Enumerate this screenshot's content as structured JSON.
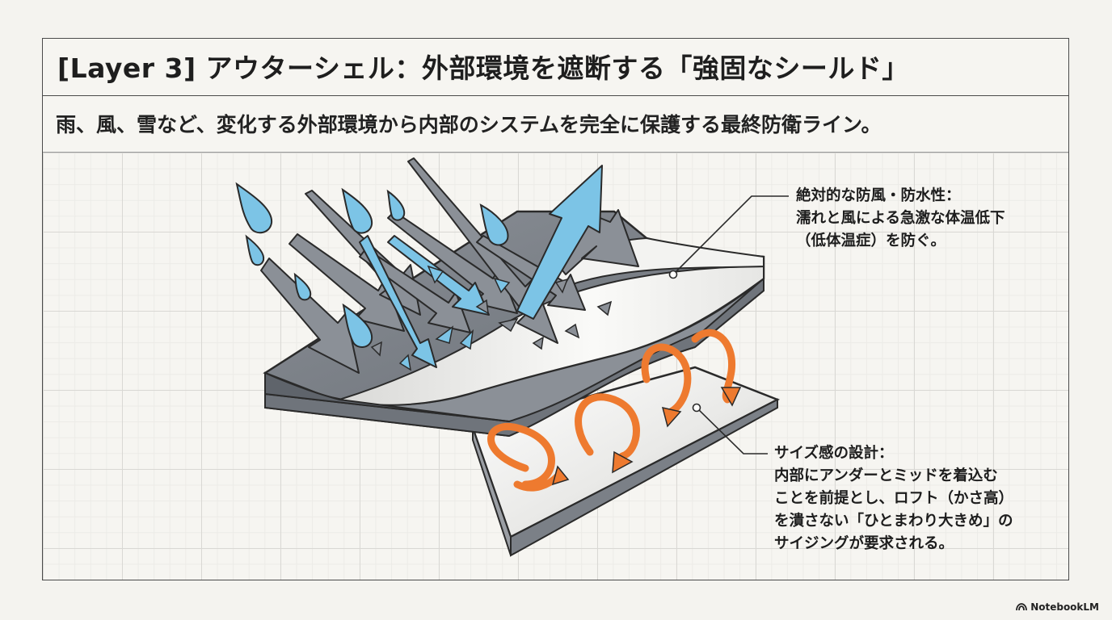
{
  "header": {
    "title": "[Layer 3] アウターシェル：外部環境を遮断する「強固なシールド」",
    "subtitle": "雨、風、雪など、変化する外部環境から内部のシステムを完全に保護する最終防衛ライン。"
  },
  "annotations": {
    "upper": {
      "lines": [
        "絶対的な防風・防水性：",
        "濡れと風による急激な体温低下",
        "（低体温症）を防ぐ。"
      ]
    },
    "lower": {
      "lines": [
        "サイズ感の設計：",
        "内部にアンダーとミッドを着込む",
        "ことを前提とし、ロフト（かさ高）",
        "を潰さない「ひとまわり大きめ」の",
        "サイジングが要求される。"
      ]
    }
  },
  "colors": {
    "shell_gray": "#7b8087",
    "shell_dark": "#5c6168",
    "water_blue": "#7cc4e6",
    "heat_orange": "#ee7a2f",
    "inner_white": "#f1f1ef"
  },
  "icons": {
    "rain": "raindrop-icon",
    "wind": "wind-arrow-icon",
    "heat": "heat-swirl-icon",
    "brand": "notebooklm-logo-icon"
  },
  "brand": {
    "name": "NotebookLM"
  }
}
